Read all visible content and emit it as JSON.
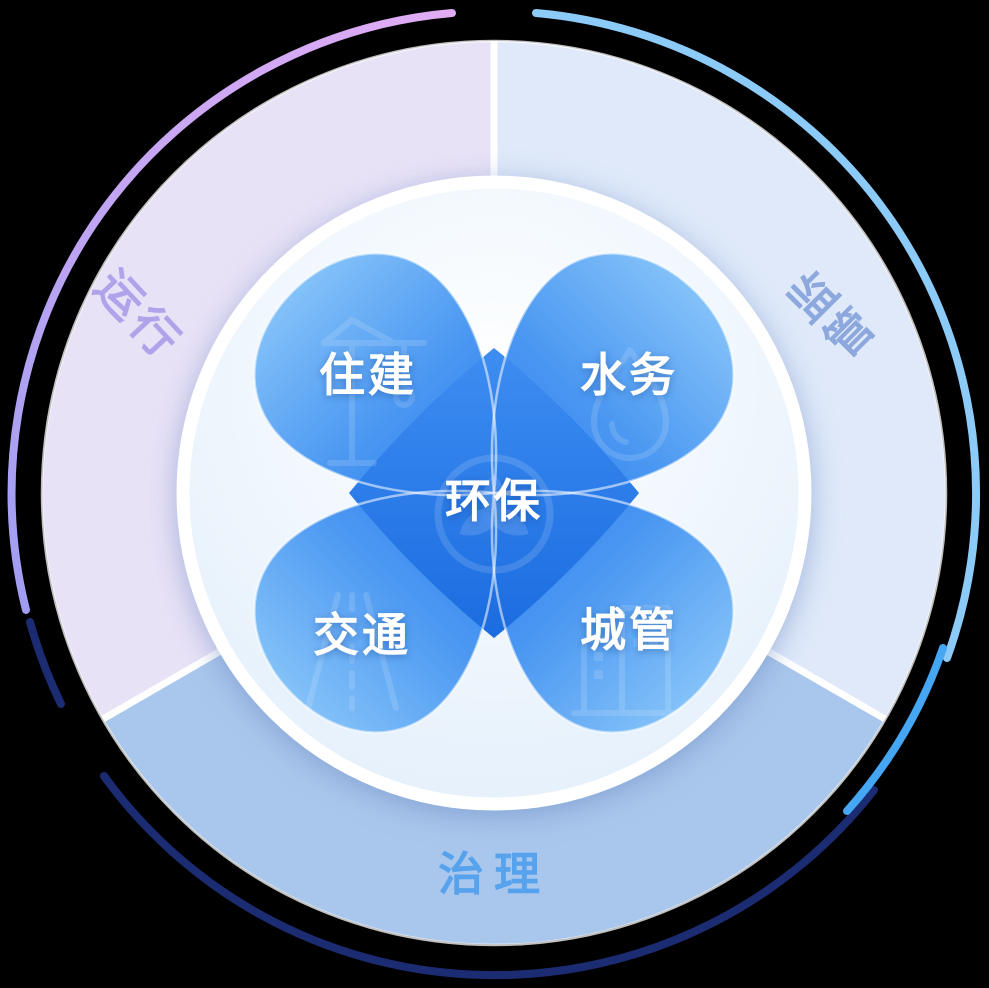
{
  "diagram": {
    "center": {
      "label": "环保",
      "icon": "eco-leaf-icon"
    },
    "petals": [
      {
        "id": "top-left",
        "label": "住建",
        "icon": "crane-icon"
      },
      {
        "id": "top-right",
        "label": "水务",
        "icon": "water-drop-icon"
      },
      {
        "id": "bottom-left",
        "label": "交通",
        "icon": "road-icon"
      },
      {
        "id": "bottom-right",
        "label": "城管",
        "icon": "buildings-icon"
      }
    ],
    "sectors": [
      {
        "id": "left",
        "label": "运行",
        "fill": "#e8e2f7",
        "text_color": "#b1a3ea"
      },
      {
        "id": "right",
        "label": "监管",
        "fill": "#dfe9fa",
        "text_color": "#8ca8dd"
      },
      {
        "id": "bottom",
        "label": "治理",
        "fill": "#a9c7ec",
        "text_color": "#57a2ec"
      }
    ],
    "colors": {
      "background": "#000000",
      "inner_disc_top": "#feffff",
      "inner_disc_bottom": "#e1eefb",
      "petal_outer": "#83c1f8",
      "petal_inner": "#2e7fec",
      "center_overlap_top": "#3d8df2",
      "center_overlap_bottom": "#1b6ce0",
      "arc_purple_start": "#e0acf4",
      "arc_purple_end": "#a09ef2",
      "arc_light_blue": "#8ccaf7",
      "arc_navy": "#1c2c72",
      "arc_bright_blue": "#45a6f4",
      "ring_white": "#ffffff"
    }
  }
}
